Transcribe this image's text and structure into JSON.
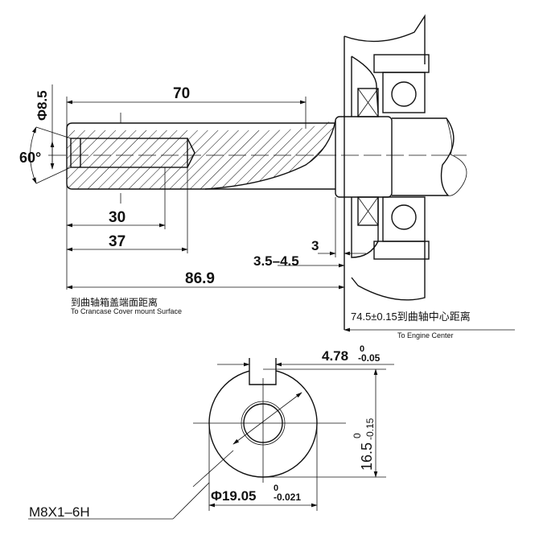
{
  "side_view": {
    "dim_length_70": "70",
    "dim_bore_30": "30",
    "dim_bore_37": "37",
    "dim_869": "86.9",
    "dim_3": "3",
    "dim_35_45": "3.5–4.5",
    "dim_dia_85": "Φ8.5",
    "dim_angle_60": "60°",
    "note_cover_cn": "到曲轴箱盖端面距离",
    "note_cover_en": "To Crancase Cover mount Surface",
    "note_center_cn": "74.5±0.15到曲轴中心距离",
    "note_center_en": "To Engine Center"
  },
  "section_view": {
    "key_width": "4.78",
    "key_width_upper": "0",
    "key_width_lower": "-0.05",
    "height": "16.5",
    "height_upper": "0",
    "height_lower": "-0.15",
    "diameter": "Φ19.05",
    "diameter_upper": "0",
    "diameter_lower": "-0.021",
    "thread": "M8X1–6H"
  },
  "colors": {
    "line": "#111111",
    "background": "#ffffff"
  }
}
